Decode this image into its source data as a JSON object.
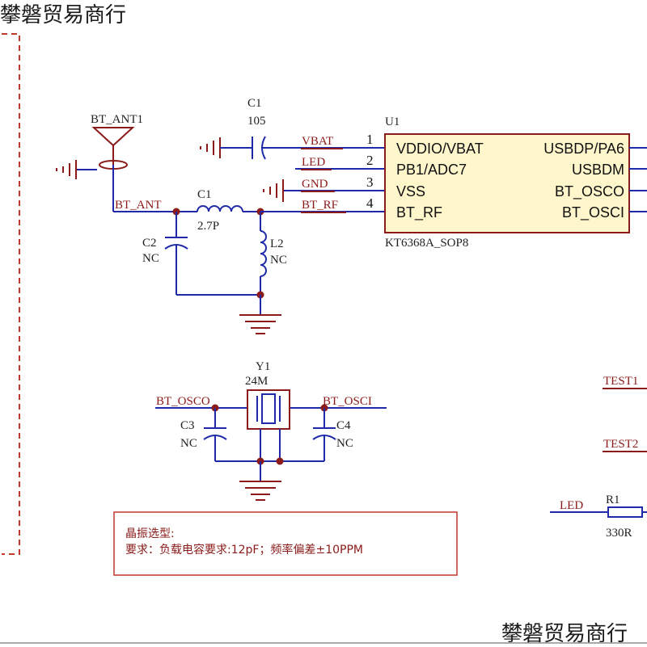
{
  "watermark": {
    "top": "攀磐贸易商行",
    "bottom": "攀磐贸易商行"
  },
  "antenna": {
    "ref": "BT_ANT1",
    "net": "BT_ANT"
  },
  "c1_top": {
    "ref": "C1",
    "value": "105"
  },
  "l_series": {
    "ref": "C1",
    "value": "2.7P"
  },
  "c2": {
    "ref": "C2",
    "value": "NC"
  },
  "l2": {
    "ref": "L2",
    "value": "NC"
  },
  "u1": {
    "ref": "U1",
    "part": "KT6368A_SOP8",
    "left_pins": [
      {
        "num": "1",
        "net": "VBAT",
        "name": "VDDIO/VBAT"
      },
      {
        "num": "2",
        "net": "LED",
        "name": "PB1/ADC7"
      },
      {
        "num": "3",
        "net": "GND",
        "name": "VSS"
      },
      {
        "num": "4",
        "net": "BT_RF",
        "name": "BT_RF"
      }
    ],
    "right_pins": [
      "USBDP/PA6",
      "USBDM",
      "BT_OSCO",
      "BT_OSCI"
    ]
  },
  "crystal": {
    "ref": "Y1",
    "value": "24M",
    "net_left": "BT_OSCO",
    "net_right": "BT_OSCI"
  },
  "c3": {
    "ref": "C3",
    "value": "NC"
  },
  "c4": {
    "ref": "C4",
    "value": "NC"
  },
  "tests": [
    "TEST1",
    "TEST2"
  ],
  "r1": {
    "net": "LED",
    "ref": "R1",
    "value": "330R"
  },
  "note": {
    "title": "晶振选型:",
    "body": "要求：负载电容要求:12pF；频率偏差±10PPM"
  },
  "colors": {
    "wire": "#1f2aa8",
    "symbol": "#8b1a1a",
    "chip_fill": "#fff6cc",
    "note_border": "#c0392b"
  }
}
